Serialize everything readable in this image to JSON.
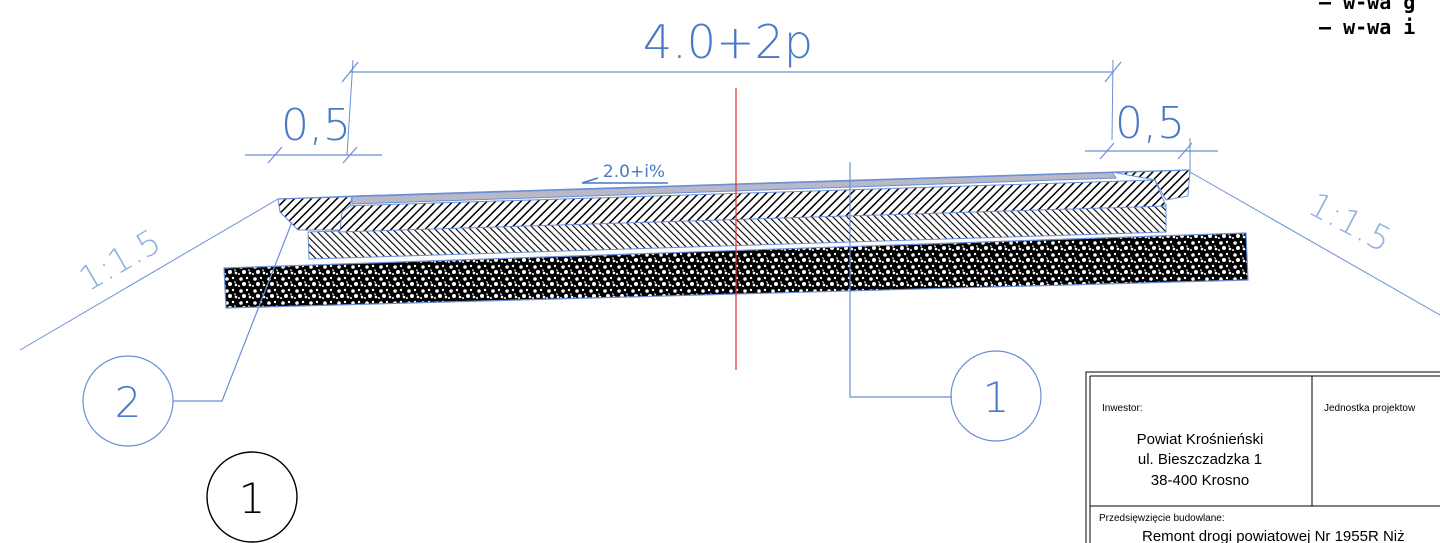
{
  "dimensions": {
    "total_width": "4.0+2p",
    "left_shoulder": "0,5",
    "right_shoulder": "0,5",
    "crossfall": "2.0+i%"
  },
  "slopes": {
    "left": "1:1.5",
    "right": "1:1.5"
  },
  "callouts": {
    "left": "2",
    "right": "1",
    "section": "1"
  },
  "legend": {
    "items": [
      "– w-wa g",
      "– w-wa i"
    ]
  },
  "title_block": {
    "investor_label": "Inwestor:",
    "investor_lines": [
      "Powiat Krośnieński",
      "ul. Bieszczadzka 1",
      "38-400 Krosno"
    ],
    "design_unit_label": "Jednostka projektow",
    "project_label": "Przedsięwzięcie budowlane:",
    "project_title": "Remont drogi powiatowej Nr 1955R Niż"
  },
  "colors": {
    "dimension_line": "#6a8fd6",
    "axis_line": "#e03030",
    "hatch": "#000000",
    "wearing_course": "#b8b8c8"
  }
}
